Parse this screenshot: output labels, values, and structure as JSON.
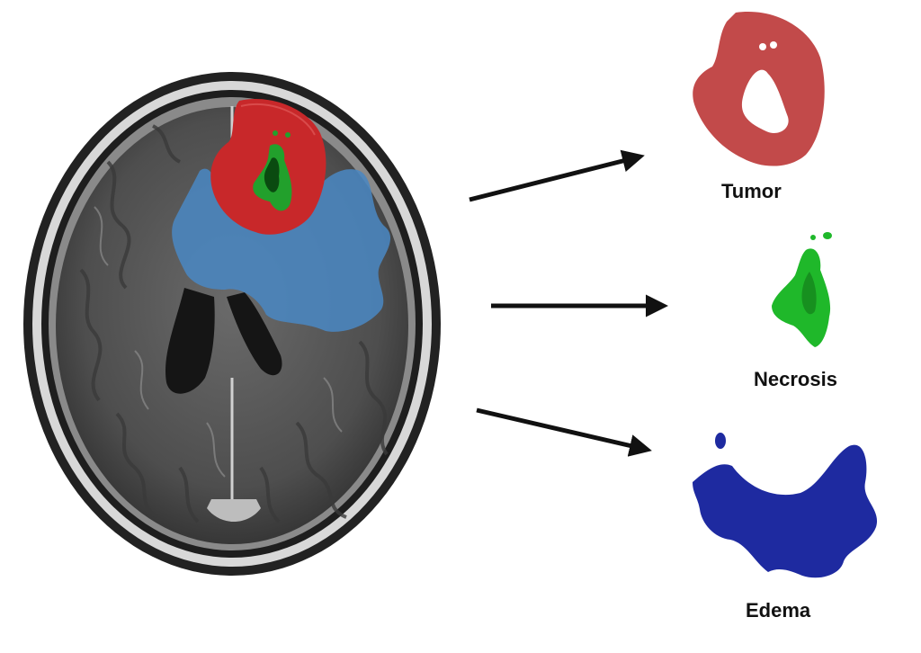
{
  "labels": {
    "tumor": "Tumor",
    "necrosis": "Necrosis",
    "edema": "Edema"
  },
  "colors": {
    "tumor": "#c8282a",
    "tumor_isolated": "#c24a4a",
    "necrosis": "#22a02c",
    "necrosis_isolated": "#1fb82a",
    "edema": "#4a86c0",
    "edema_isolated": "#1e2aa0",
    "arrow": "#111111",
    "scan_bg": "#5a5a5a"
  }
}
